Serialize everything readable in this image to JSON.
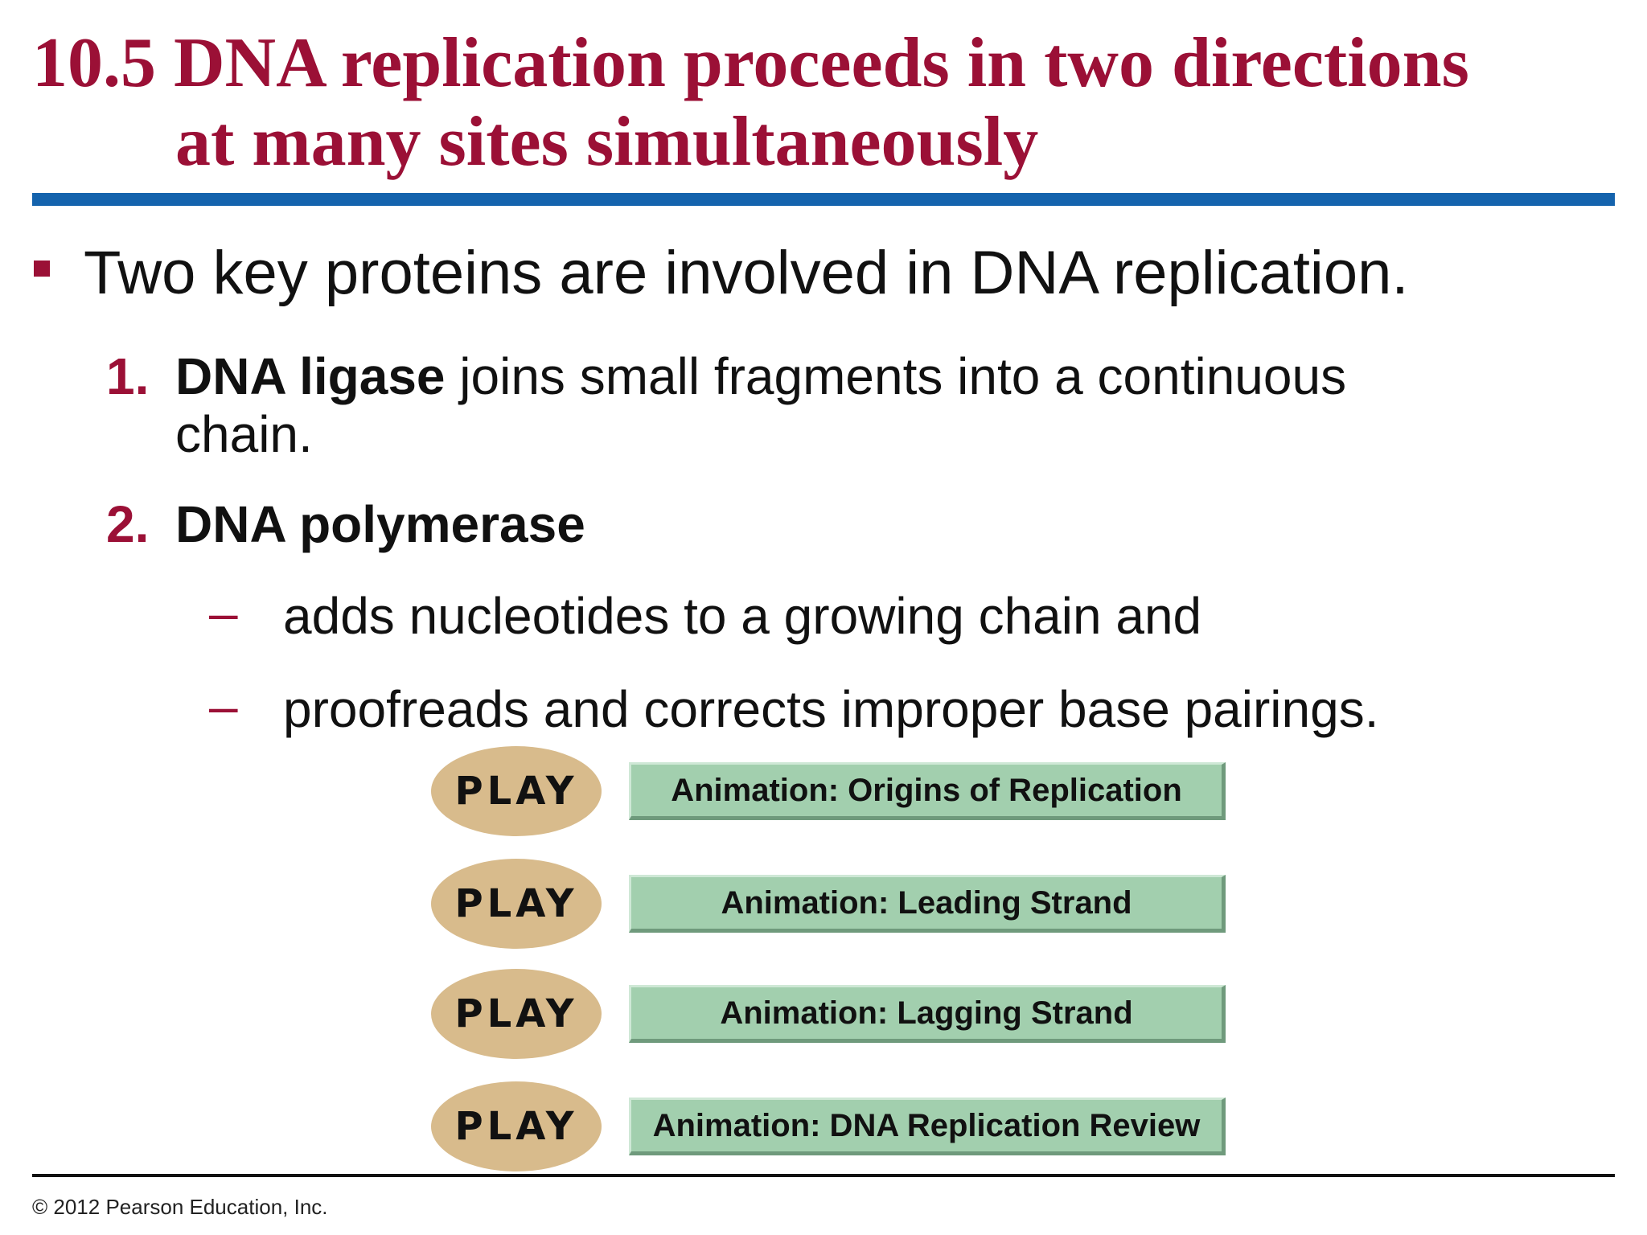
{
  "slide": {
    "title_line1": "10.5 DNA replication proceeds in two directions",
    "title_line2": "at many sites simultaneously",
    "main_bullet": "Two key proteins are involved in DNA replication.",
    "items": [
      {
        "number": "1.",
        "bold": "DNA ligase",
        "text": " joins small fragments into a continuous",
        "continuation": "chain."
      },
      {
        "number": "2.",
        "bold": "DNA polymerase",
        "subitems": [
          {
            "dash": "–",
            "text": "adds nucleotides to a growing chain and"
          },
          {
            "dash": "–",
            "text": "proofreads and corrects improper base pairings."
          }
        ]
      }
    ],
    "animations": [
      {
        "play_label": "PLAY",
        "label": "Animation: Origins of Replication"
      },
      {
        "play_label": "PLAY",
        "label": "Animation: Leading Strand"
      },
      {
        "play_label": "PLAY",
        "label": "Animation: Lagging Strand"
      },
      {
        "play_label": "PLAY",
        "label": "Animation: DNA Replication Review"
      }
    ],
    "copyright": "© 2012 Pearson Education, Inc."
  },
  "colors": {
    "title": "#9b1036",
    "rule": "#1463ad",
    "play_button": "#d8bb8c",
    "animation_button": "#a2cfae"
  },
  "icons": {
    "bullet": "square-bullet-icon"
  }
}
